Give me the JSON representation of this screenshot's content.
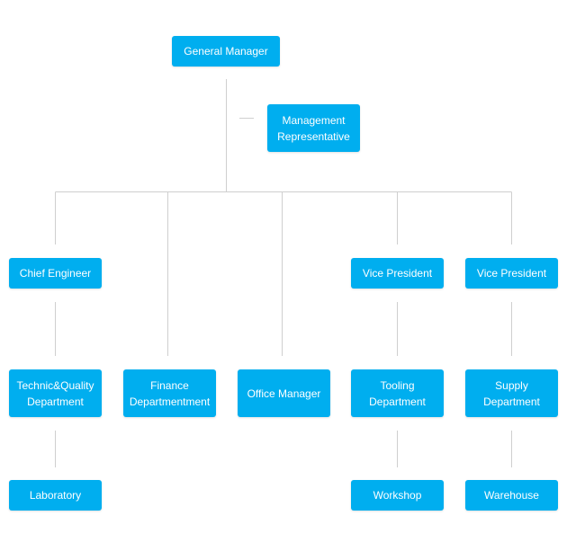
{
  "colors": {
    "box_fill": "#00aeef",
    "box_text": "#ffffff",
    "connector": "#cfcfcf",
    "background": "#ffffff"
  },
  "nodes": {
    "general_manager": "General Manager",
    "management_representative": "Management\nRepresentative",
    "chief_engineer": "Chief Engineer",
    "vice_president_tooling": "Vice President",
    "vice_president_supply": "Vice President",
    "technic_quality_department": "Technic&Quality\nDepartment",
    "finance_department": "Finance\nDepartmentment",
    "office_manager": "Office Manager",
    "tooling_department": "Tooling\nDepartment",
    "supply_department": "Supply\nDepartment",
    "laboratory": "Laboratory",
    "workshop": "Workshop",
    "warehouse": "Warehouse"
  }
}
